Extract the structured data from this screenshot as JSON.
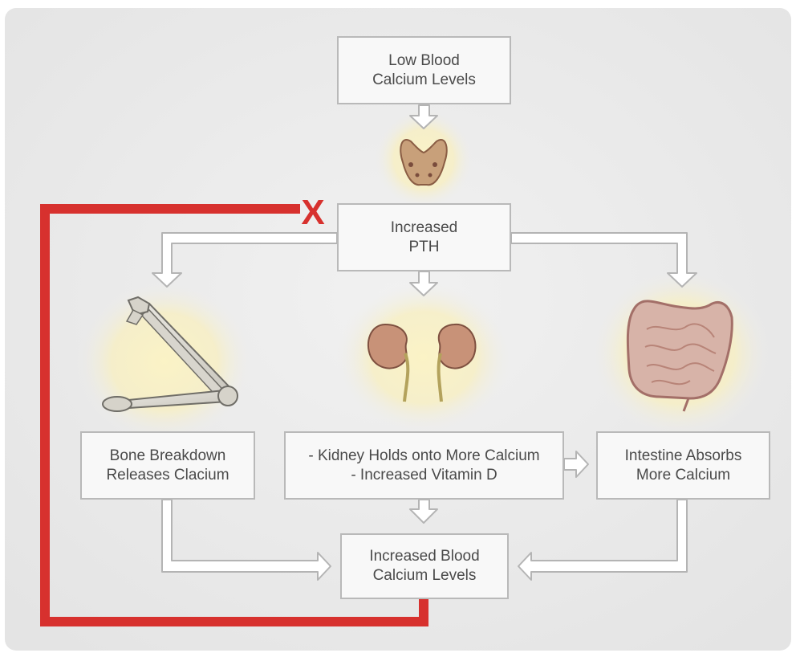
{
  "nodes": {
    "low_calcium": [
      "Low Blood",
      "Calcium Levels"
    ],
    "increased_pth": [
      "Increased",
      "PTH"
    ],
    "bone": [
      "Bone Breakdown",
      "Releases Clacium"
    ],
    "kidney": [
      "- Kidney Holds onto More Calcium",
      "- Increased Vitamin D"
    ],
    "intestine": [
      "Intestine Absorbs",
      "More Calcium"
    ],
    "increased_calcium": [
      "Increased Blood",
      "Calcium Levels"
    ]
  },
  "feedback": {
    "color": "#d7312e",
    "inhibition_symbol": "X"
  },
  "colors": {
    "background": "#e9e9e9",
    "box_border": "#b9b9b9",
    "box_fill": "#f8f8f8",
    "arrow_fill": "#ffffff",
    "arrow_stroke": "#b4b4b4",
    "glow": "#f6edb8"
  },
  "icons": [
    "thyroid-gland-icon",
    "arm-bones-icon",
    "kidneys-icon",
    "intestines-icon"
  ]
}
